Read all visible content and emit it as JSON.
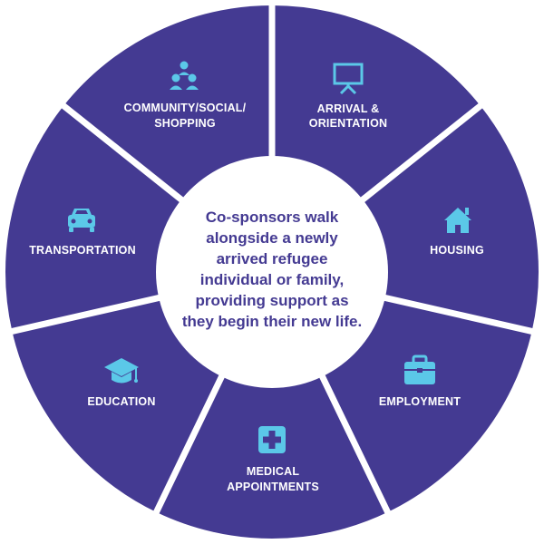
{
  "diagram": {
    "ring_color": "#443a92",
    "divider_color": "#ffffff",
    "icon_color": "#5bc8e8",
    "center_fill": "#ffffff",
    "center_text_color": "#443a92",
    "center_text": [
      "Co-sponsors walk",
      "alongside a newly",
      "arrived refugee",
      "individual or family,",
      "providing support as",
      "they begin their new life."
    ],
    "segments": [
      {
        "icon": "presentation-board-icon",
        "label": [
          "ARRIVAL &",
          "ORIENTATION"
        ]
      },
      {
        "icon": "house-icon",
        "label": [
          "HOUSING"
        ]
      },
      {
        "icon": "briefcase-icon",
        "label": [
          "EMPLOYMENT"
        ]
      },
      {
        "icon": "medical-cross-icon",
        "label": [
          "MEDICAL",
          "APPOINTMENTS"
        ]
      },
      {
        "icon": "graduation-cap-icon",
        "label": [
          "EDUCATION"
        ]
      },
      {
        "icon": "car-icon",
        "label": [
          "TRANSPORTATION"
        ]
      },
      {
        "icon": "people-group-icon",
        "label": [
          "COMMUNITY/SOCIAL/",
          "SHOPPING"
        ]
      }
    ]
  }
}
